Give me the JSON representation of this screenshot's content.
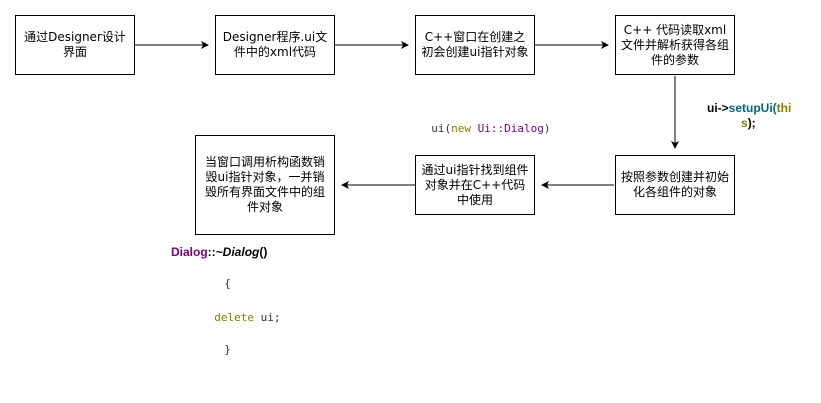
{
  "nodes": [
    {
      "id": "n1",
      "text": "通过Designer设计界面"
    },
    {
      "id": "n2",
      "text": "Designer程序.ui文件中的xml代码"
    },
    {
      "id": "n3",
      "text": "C++窗口在创建之初会创建ui指针对象"
    },
    {
      "id": "n4",
      "text": "C++ 代码读取xml文件并解析获得各组件的参数"
    },
    {
      "id": "n5",
      "text": "按照参数创建并初始化各组件的对象"
    },
    {
      "id": "n6",
      "text": "通过ui指针找到组件对象并在C++代码中使用"
    },
    {
      "id": "n7",
      "text": "当窗口调用析构函数销毁ui指针对象，一并销毁所有界面文件中的组件对象"
    }
  ],
  "edges": [
    {
      "from": "n1",
      "to": "n2"
    },
    {
      "from": "n2",
      "to": "n3"
    },
    {
      "from": "n3",
      "to": "n4"
    },
    {
      "from": "n4",
      "to": "n5"
    },
    {
      "from": "n5",
      "to": "n6"
    },
    {
      "from": "n6",
      "to": "n7"
    }
  ],
  "code_new": {
    "prefix": "ui(",
    "keyword": "new",
    "type": "Ui::Dialog",
    "suffix": ")"
  },
  "setup_label": {
    "line1_prefix": "ui->",
    "fn": "setupUi(",
    "line1_kw": "thi",
    "line2_kw": "s",
    "line2_suffix": ");"
  },
  "destructor": {
    "cls": "Dialog",
    "sep": "::",
    "fn": "~Dialog",
    "parens": "()"
  },
  "destructor_body": {
    "open": "{",
    "stmt_kw": "delete",
    "stmt_rest": " ui;",
    "close": "}"
  },
  "colors": {
    "keyword": "#808000",
    "type": "#800080",
    "function": "#00677c"
  }
}
